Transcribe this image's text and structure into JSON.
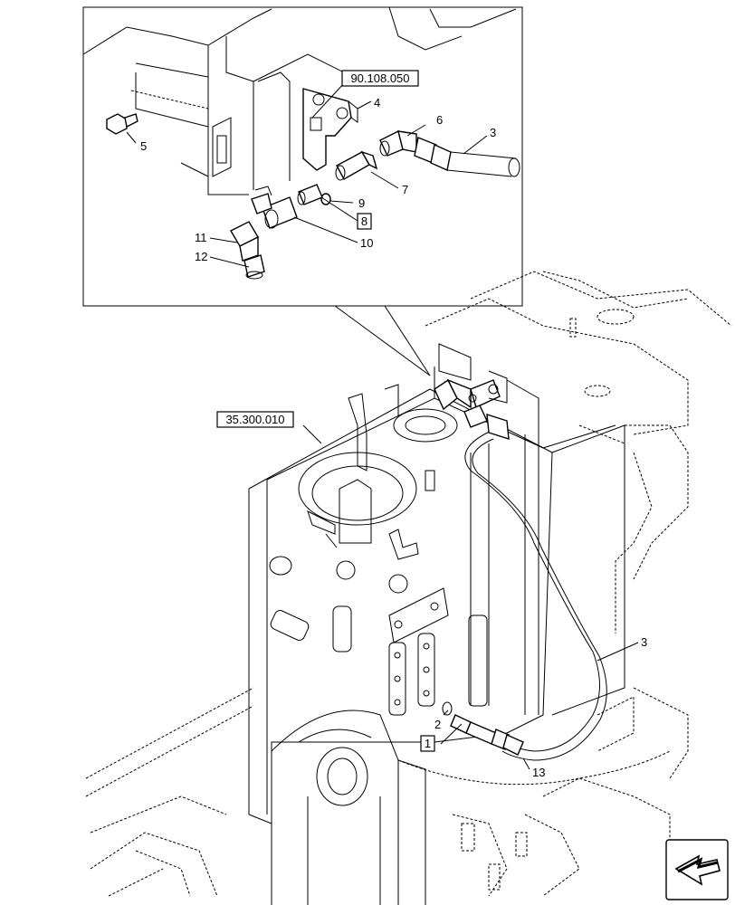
{
  "references": {
    "inset_ref": "90.108.050",
    "main_ref": "35.300.010"
  },
  "callouts": {
    "c1": "1",
    "c2": "2",
    "c3_inset": "3",
    "c3_main": "3",
    "c4": "4",
    "c5": "5",
    "c6": "6",
    "c7": "7",
    "c8": "8",
    "c9": "9",
    "c10": "10",
    "c11": "11",
    "c12": "12",
    "c13": "13"
  },
  "nav": {
    "icon": "arrow-icon"
  }
}
